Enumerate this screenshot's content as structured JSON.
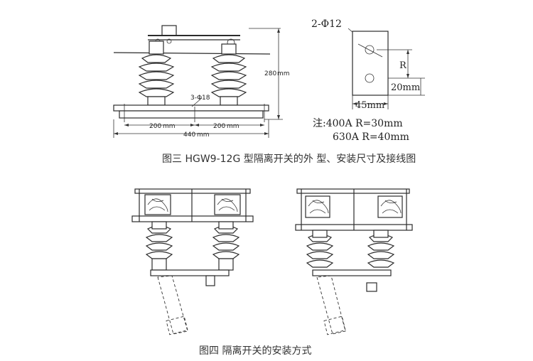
{
  "top_drawing": {
    "dim_280": "280",
    "dim_280_unit": "mm",
    "hole_label": "3-Φ18",
    "dim_200_left": "200",
    "dim_200_left_unit": "mm",
    "dim_200_right": "200",
    "dim_200_right_unit": "mm",
    "dim_440": "440",
    "dim_440_unit": "mm"
  },
  "terminal_drawing": {
    "hole_label": "2-Φ12",
    "r_label": "R",
    "dim_20": "20mm",
    "dim_45": "45mm",
    "note_line1": "注:400A  R=30mm",
    "note_line2": "630A  R=40mm"
  },
  "caption_top": "图三  HGW9-12G 型隔离开关的外 型、安装尺寸及接线图",
  "caption_bottom": "图四 隔离开关的安装方式"
}
